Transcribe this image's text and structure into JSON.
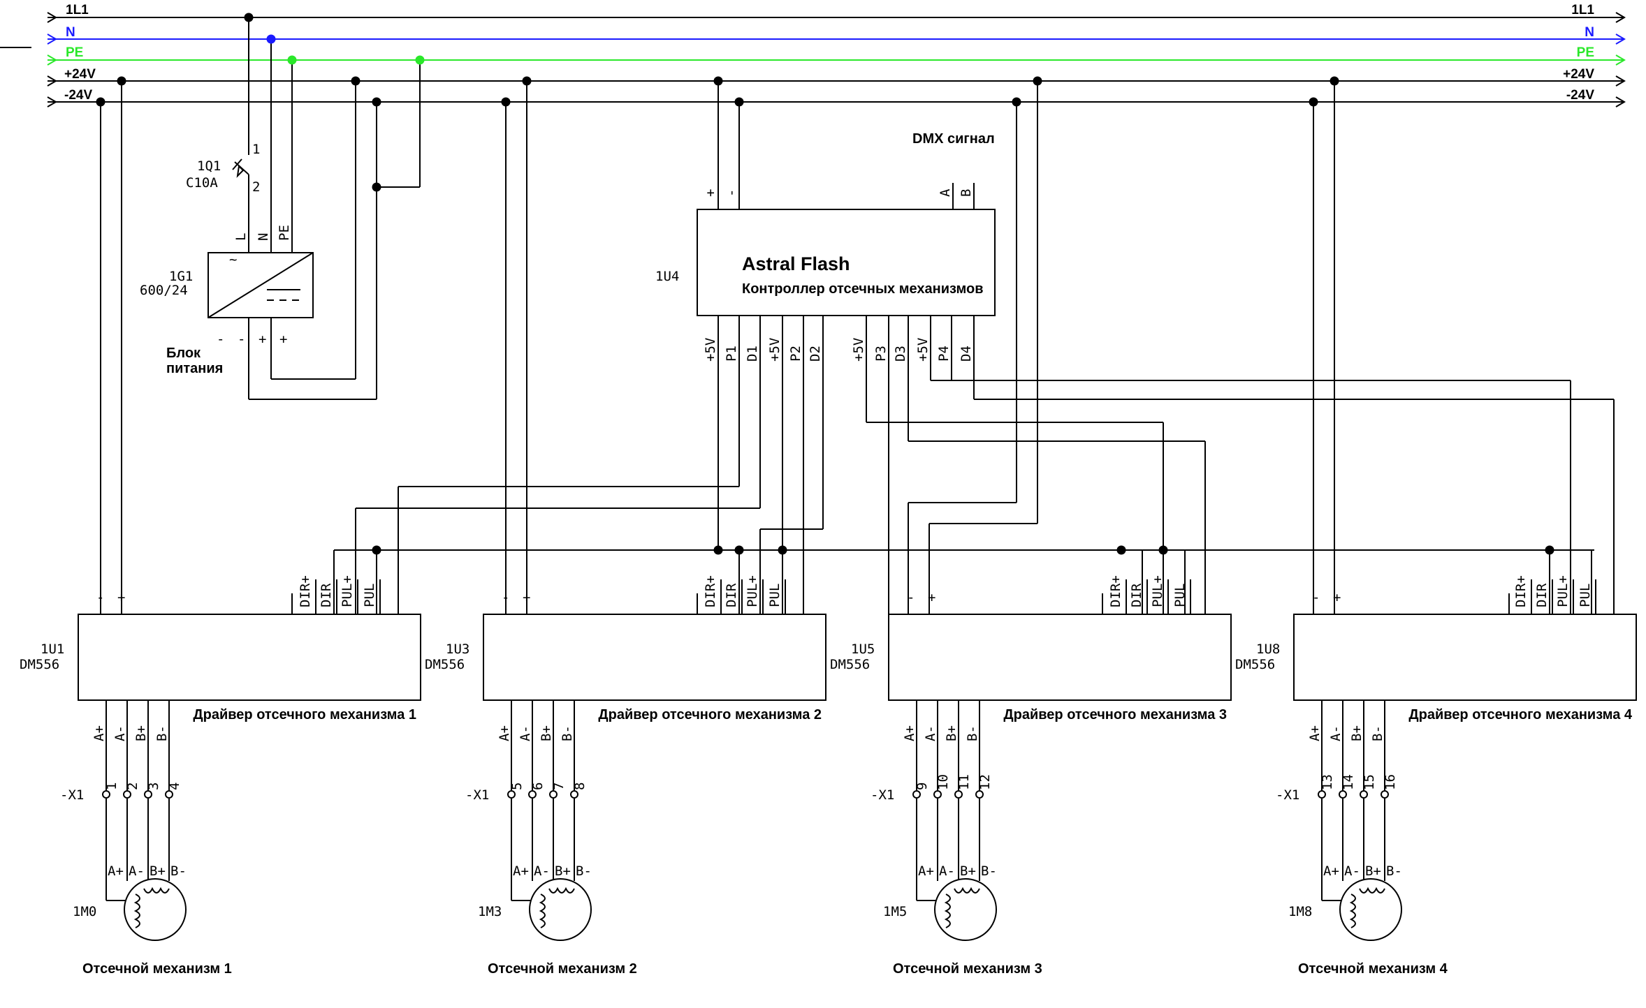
{
  "buses": {
    "l1": "1L1",
    "n": "N",
    "pe": "PE",
    "p24": "+24V",
    "m24": "-24V"
  },
  "colors": {
    "n": "#1a1aff",
    "pe": "#2ae82a",
    "wire": "#000000"
  },
  "breaker": {
    "ref": "1Q1",
    "rating": "C10A",
    "pin1": "1",
    "pin2": "2"
  },
  "psu": {
    "ref": "1G1",
    "model": "600/24",
    "label_line1": "Блок",
    "label_line2": "питания",
    "in_pins": [
      "L",
      "N",
      "PE"
    ],
    "out_pins": [
      "-",
      "-",
      "+",
      "+"
    ],
    "ac_symbol": "~"
  },
  "controller": {
    "ref": "1U4",
    "name": "Astral Flash",
    "subtitle": "Контроллер отсечных механизмов",
    "dmx_label": "DMX сигнал",
    "power_pins": [
      "+",
      "-"
    ],
    "dmx_pins": [
      "A",
      "B"
    ],
    "out_pins": [
      "+5V",
      "P1",
      "D1",
      "+5V",
      "P2",
      "D2",
      "+5V",
      "P3",
      "D3",
      "+5V",
      "P4",
      "D4"
    ]
  },
  "drivers": [
    {
      "ref": "1U1",
      "model": "DM556",
      "title": "Драйвер отсечного механизма 1",
      "terminals": [
        "1",
        "2",
        "3",
        "4"
      ],
      "motor_ref": "1M0",
      "motor_title": "Отсечной механизм 1"
    },
    {
      "ref": "1U3",
      "model": "DM556",
      "title": "Драйвер отсечного механизма 2",
      "terminals": [
        "5",
        "6",
        "7",
        "8"
      ],
      "motor_ref": "1M3",
      "motor_title": "Отсечной механизм 2"
    },
    {
      "ref": "1U5",
      "model": "DM556",
      "title": "Драйвер отсечного механизма 3",
      "terminals": [
        "9",
        "10",
        "11",
        "12"
      ],
      "motor_ref": "1M5",
      "motor_title": "Отсечной механизм 3"
    },
    {
      "ref": "1U8",
      "model": "DM556",
      "title": "Драйвер отсечного механизма 4",
      "terminals": [
        "13",
        "14",
        "15",
        "16"
      ],
      "motor_ref": "1M8",
      "motor_title": "Отсечной механизм 4"
    }
  ],
  "driver_pins": {
    "power": [
      "-",
      "+"
    ],
    "signal": [
      "DIR+",
      "DIR",
      "PUL+",
      "PUL"
    ],
    "motor": [
      "A+",
      "A-",
      "B+",
      "B-"
    ]
  },
  "terminal_block": "-X1",
  "motor_pins": [
    "A+",
    "A-",
    "B+",
    "B-"
  ]
}
